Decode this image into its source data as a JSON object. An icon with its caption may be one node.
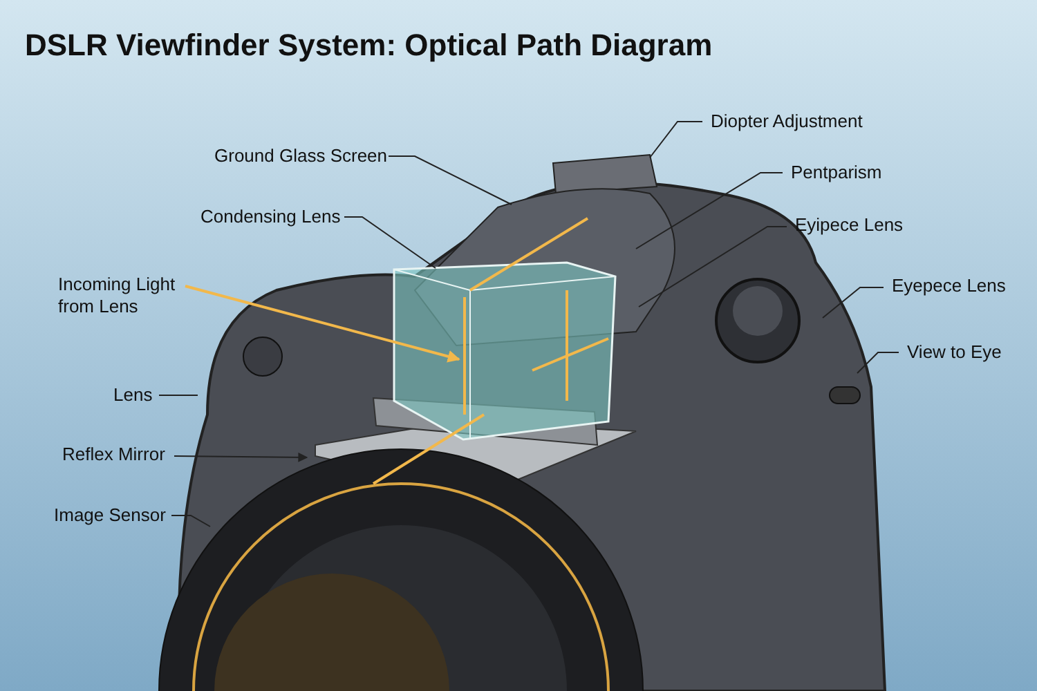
{
  "diagram": {
    "title": "DSLR Viewfinder System: Optical Path Diagram",
    "nodes": [
      {
        "text": [
          "Diopter Adjustment"
        ]
      },
      {
        "text": [
          "Ground Glass Screen"
        ]
      },
      {
        "text": [
          "Pentparism"
        ]
      },
      {
        "text": [
          "Condensing Lens"
        ]
      },
      {
        "text": [
          "Eyipece Lens"
        ]
      },
      {
        "text": [
          "Incoming Light from Lens"
        ]
      },
      {
        "text": [
          "Eyepece Lens"
        ]
      },
      {
        "text": [
          "View to Eye"
        ]
      },
      {
        "text": [
          "Lens"
        ]
      },
      {
        "text": [
          "Reflex Mirror"
        ]
      },
      {
        "text": [
          "Image Sensor"
        ]
      }
    ],
    "edges": [
      {
        "from": 0,
        "to": null,
        "arrow": "none"
      },
      {
        "from": 1,
        "to": null,
        "arrow": "none"
      },
      {
        "from": 2,
        "to": null,
        "arrow": "none"
      },
      {
        "from": 3,
        "to": null,
        "arrow": "none"
      },
      {
        "from": 4,
        "to": null,
        "arrow": "none"
      },
      {
        "from": 5,
        "to": null,
        "arrow": "to",
        "color": "#f2b84b"
      },
      {
        "from": 6,
        "to": null,
        "arrow": "none"
      },
      {
        "from": 7,
        "to": null,
        "arrow": "none"
      },
      {
        "from": 8,
        "to": null,
        "arrow": "none"
      },
      {
        "from": 9,
        "to": null,
        "arrow": "to"
      },
      {
        "from": 10,
        "to": null,
        "arrow": "none"
      }
    ]
  }
}
